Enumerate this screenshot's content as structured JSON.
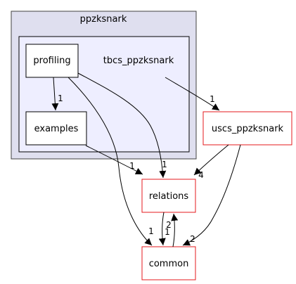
{
  "graph": {
    "outer_cluster": {
      "label": "ppzksnark"
    },
    "inner_cluster": {
      "label": "tbcs_ppzksnark"
    },
    "nodes": {
      "profiling": {
        "label": "profiling"
      },
      "examples": {
        "label": "examples"
      },
      "uscs": {
        "label": "uscs_ppzksnark"
      },
      "relations": {
        "label": "relations"
      },
      "common": {
        "label": "common"
      }
    },
    "edge_labels": {
      "profiling_examples": "1",
      "profiling_relations": "1",
      "profiling_common": "1",
      "tbcs_uscs": "1",
      "examples_relations": "1",
      "uscs_relations": "4",
      "uscs_common": "2",
      "relations_common": "1",
      "common_relations": "2"
    }
  },
  "colors": {
    "outer_fill": "#dfdfef",
    "inner_fill": "#eeeeff",
    "cluster_stroke": "#404040",
    "node_black": "#000000",
    "node_red": "#e41a1c"
  }
}
